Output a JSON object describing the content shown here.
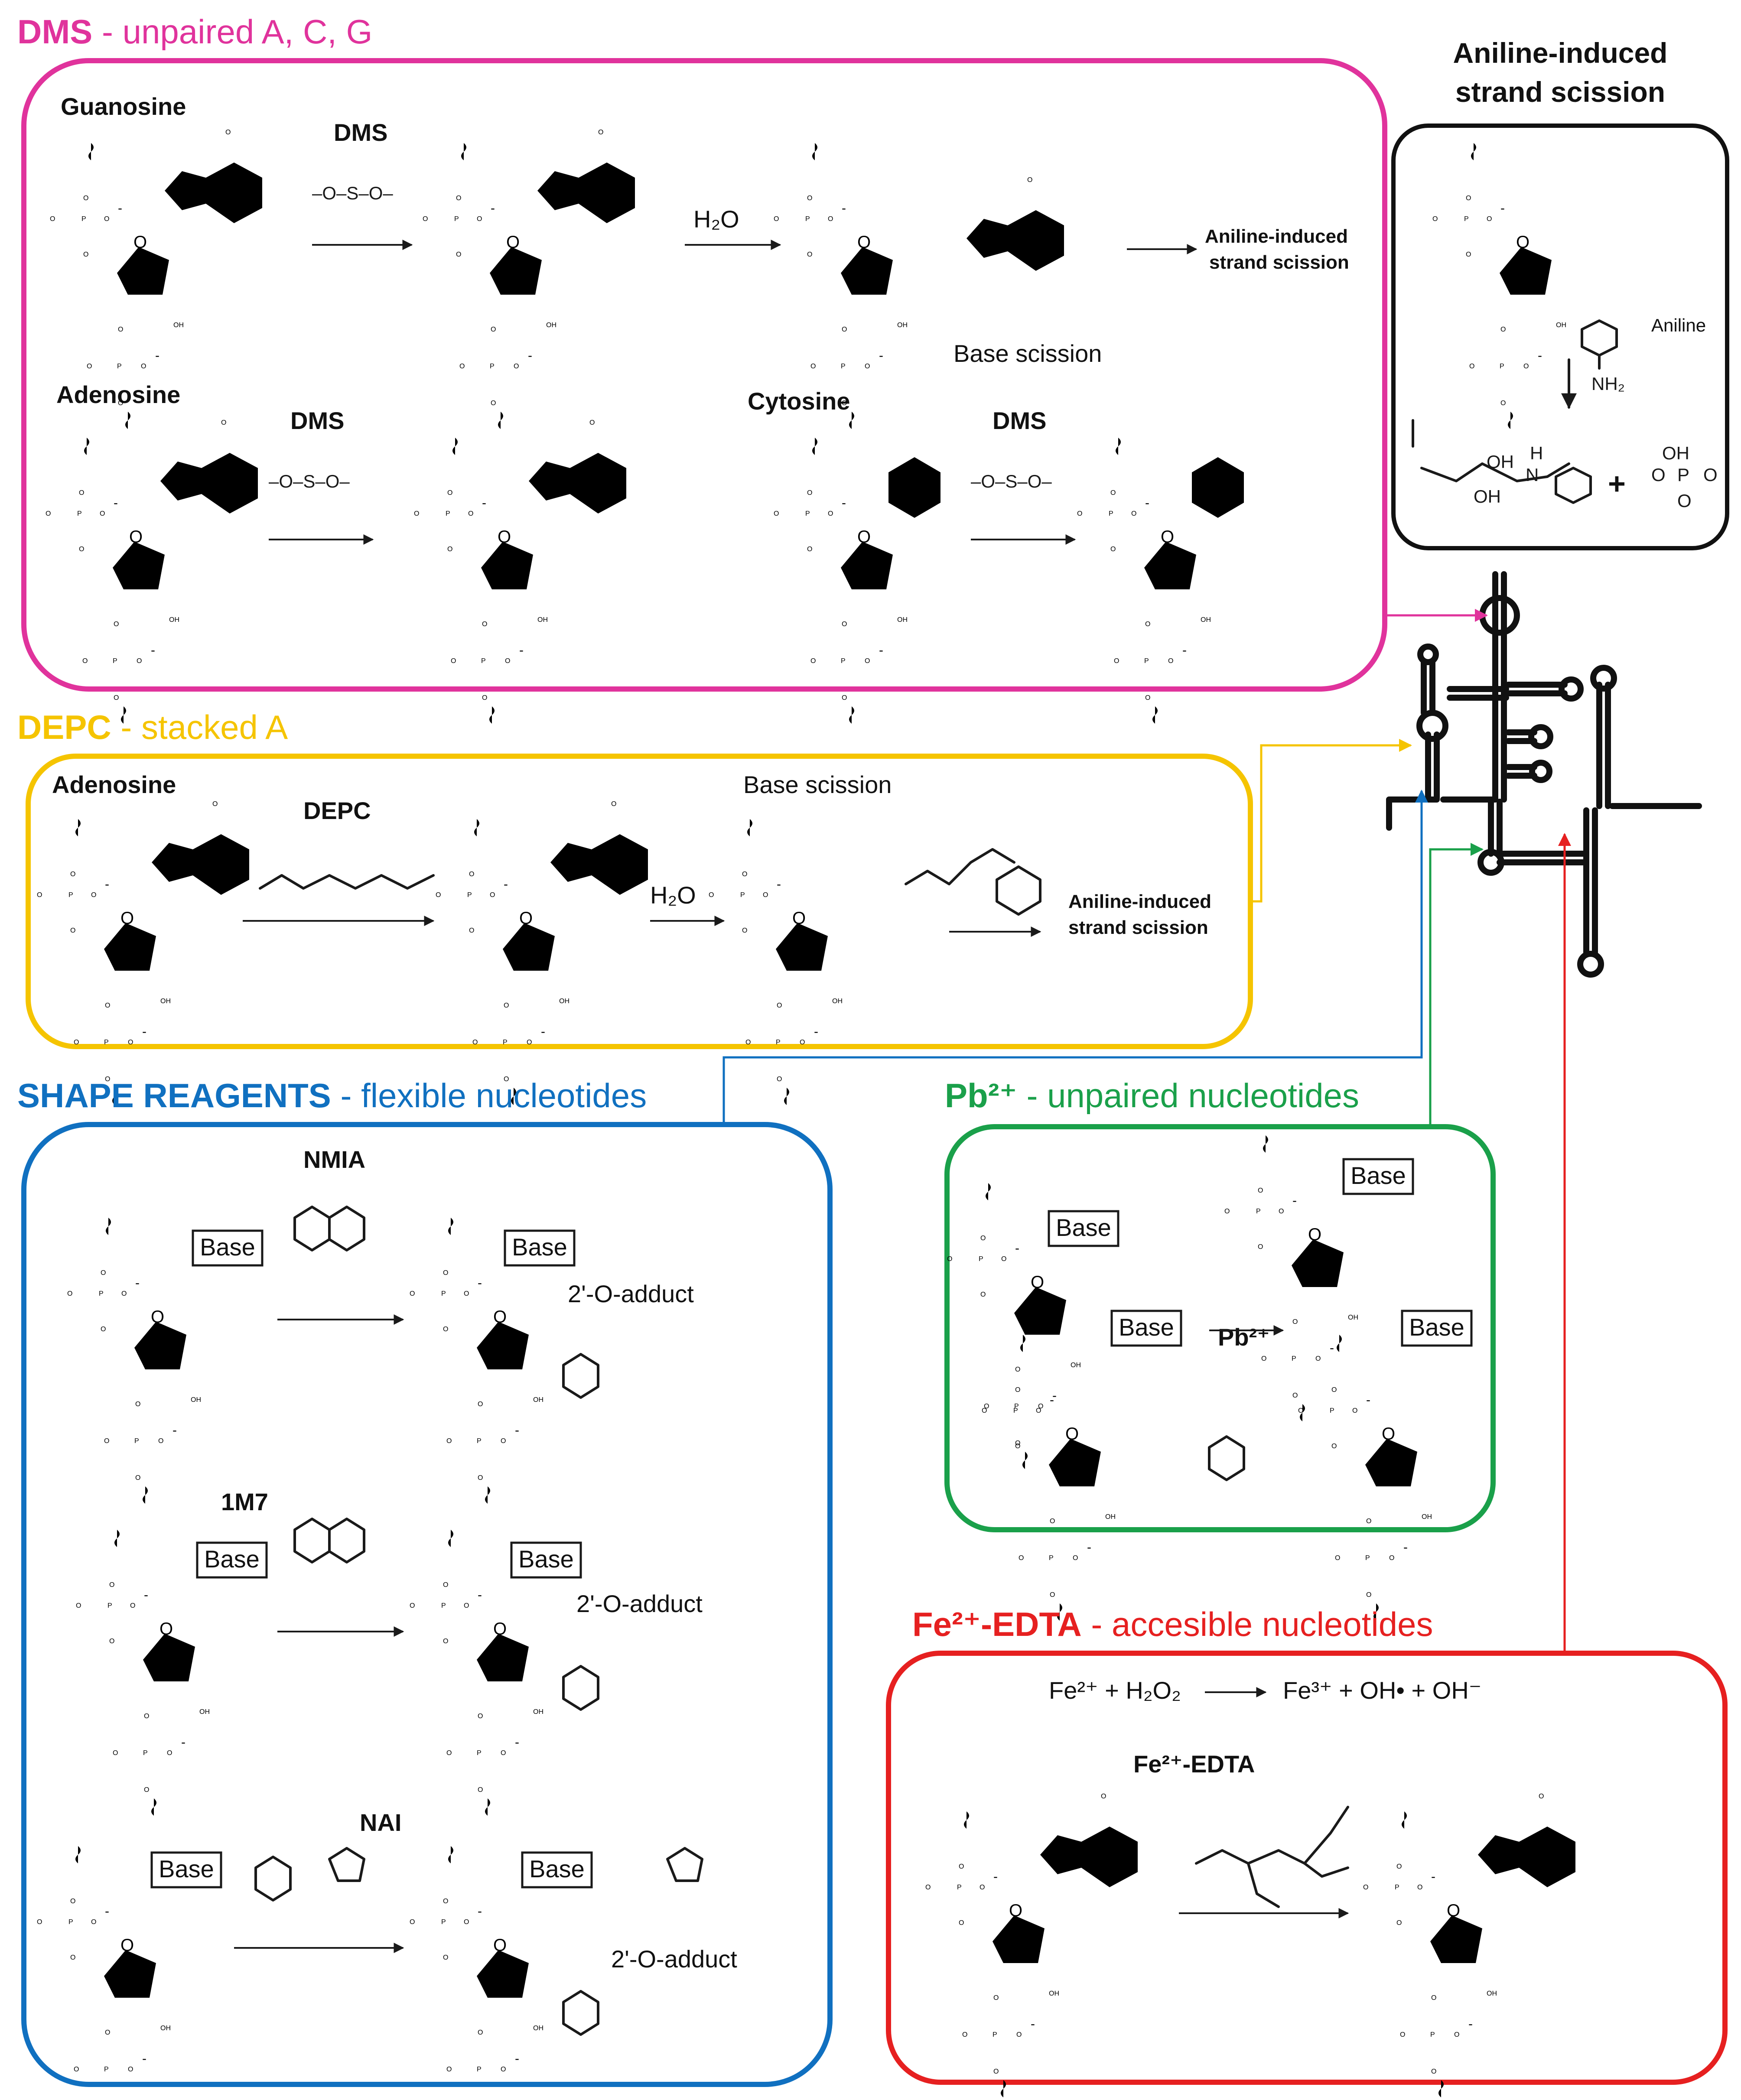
{
  "colors": {
    "dms": "#e0339c",
    "depc": "#f5c400",
    "shape": "#1070c0",
    "pb": "#1aa04a",
    "fe": "#e62020",
    "aniline_box": "#111111",
    "rna": "#111111"
  },
  "dms": {
    "title_bold": "DMS",
    "title_rest": " - unpaired A, C, G",
    "guanosine": "Guanosine",
    "adenosine": "Adenosine",
    "cytosine": "Cytosine",
    "reagent": "DMS",
    "water": "H₂O",
    "base_scission": "Base scission",
    "aniline_line1": "Aniline-induced",
    "aniline_line2": "strand scission"
  },
  "aniline": {
    "title_line1": "Aniline-induced",
    "title_line2": "strand scission",
    "reagent": "Aniline",
    "plus": "+"
  },
  "depc": {
    "title_bold": "DEPC",
    "title_rest": " - stacked A",
    "adenosine": "Adenosine",
    "reagent": "DEPC",
    "water": "H₂O",
    "base_scission": "Base scission",
    "aniline_line1": "Aniline-induced",
    "aniline_line2": "strand scission"
  },
  "shape": {
    "title_bold": "SHAPE REAGENTS",
    "title_rest": " - flexible nucleotides",
    "nmia": "NMIA",
    "m7": "1M7",
    "nai": "NAI",
    "base": "Base",
    "adduct": "2'-O-adduct"
  },
  "pb": {
    "title_bold": "Pb²⁺",
    "title_rest": " - unpaired nucleotides",
    "reagent": "Pb²⁺",
    "base": "Base"
  },
  "fe": {
    "title_bold": "Fe²⁺-EDTA",
    "title_rest": " - accesible nucleotides",
    "equation_left": "Fe²⁺ + H₂O₂",
    "equation_right": "Fe³⁺ + OH• + OH⁻",
    "complex": "Fe²⁺-EDTA"
  }
}
